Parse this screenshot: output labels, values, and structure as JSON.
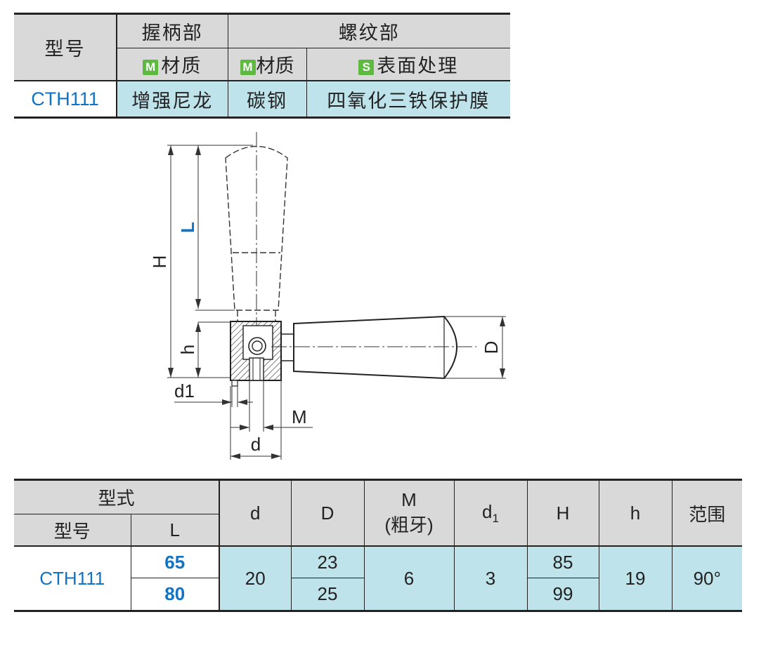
{
  "material_table": {
    "header_model": "型号",
    "header_grip": "握柄部",
    "header_thread": "螺纹部",
    "badge_m": "M",
    "badge_s": "S",
    "sub_grip_material": "材质",
    "sub_thread_material": "材质",
    "sub_surface": "表面处理",
    "row": {
      "model": "CTH111",
      "grip_material": "增强尼龙",
      "thread_material": "碳钢",
      "surface": "四氧化三铁保护膜"
    }
  },
  "drawing_labels": {
    "H": "H",
    "L": "L",
    "h": "h",
    "D": "D",
    "d1": "d1",
    "M": "M",
    "d": "d"
  },
  "dimension_table": {
    "header_type": "型式",
    "header_model": "型号",
    "header_L": "L",
    "header_d": "d",
    "header_D": "D",
    "header_M": "M",
    "header_M_sub": "(粗牙)",
    "header_d1_base": "d",
    "header_d1_sub": "1",
    "header_H": "H",
    "header_h": "h",
    "header_range": "范围",
    "model": "CTH111",
    "L_values": [
      "65",
      "80"
    ],
    "d": "20",
    "D_values": [
      "23",
      "25"
    ],
    "M": "6",
    "d1": "3",
    "H_values": [
      "85",
      "99"
    ],
    "h": "19",
    "range": "90°"
  },
  "colors": {
    "header_gray": "#d9d9d9",
    "cell_cyan": "#bfe3ea",
    "accent_blue": "#1273c4",
    "badge_green": "#5db940"
  }
}
